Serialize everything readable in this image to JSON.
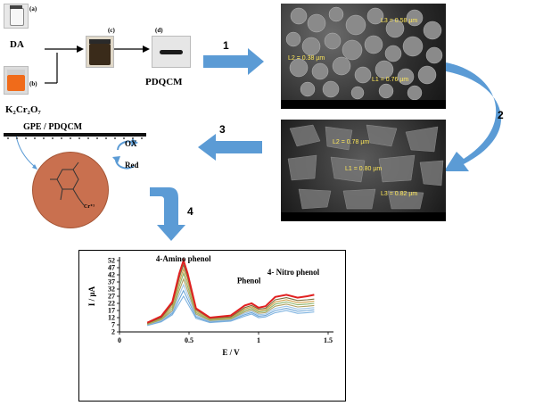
{
  "samples": {
    "a_tag": "(a)",
    "b_tag": "(b)",
    "c_tag": "(c)",
    "d_tag": "(d)",
    "da_label": "DA",
    "k2cr2o7_label": "K₂Cr₂O₇",
    "pdqcm_label": "PDQCM"
  },
  "steps": [
    "1",
    "2",
    "3",
    "4"
  ],
  "electrode": {
    "label": "GPE / PDQCM",
    "ox_label": "OX",
    "red_label": "Red",
    "cr_label": "Cr⁺³"
  },
  "sem_top": {
    "measures": [
      "L3 = 0.58 µm",
      "L2 = 0.38 µm",
      "L1 = 0.76 µm"
    ]
  },
  "sem_bottom": {
    "measures": [
      "L2 = 0.78 µm",
      "L1 = 0.80 µm",
      "L3 = 0.82 µm"
    ]
  },
  "colors": {
    "arrow_blue": "#5b9bd5",
    "circle_fill": "#c9704f",
    "photo_dark": "#3a2b1a",
    "photo_orange": "#f06b1a"
  },
  "chart_data": {
    "type": "line",
    "xlabel": "E / V",
    "ylabel": "I / µA",
    "xlim": [
      0,
      1.5
    ],
    "ylim": [
      2,
      52
    ],
    "xticks": [
      "0",
      "0.5",
      "1",
      "1.5"
    ],
    "yticks": [
      "2",
      "7",
      "12",
      "17",
      "22",
      "27",
      "32",
      "37",
      "42",
      "47",
      "52"
    ],
    "annotations": [
      "4-Amino phenol",
      "Phenol",
      "4- Nitro phenol"
    ],
    "x": [
      0.2,
      0.3,
      0.38,
      0.43,
      0.46,
      0.49,
      0.55,
      0.65,
      0.8,
      0.9,
      0.95,
      1.0,
      1.05,
      1.12,
      1.2,
      1.28,
      1.35,
      1.4
    ],
    "series": [
      {
        "values": [
          6.5,
          9.0,
          14.0,
          22.0,
          27.0,
          22.0,
          11.5,
          8.5,
          9.5,
          13.0,
          14.5,
          12.0,
          12.5,
          15.5,
          17.0,
          15.0,
          15.5,
          16.0
        ]
      },
      {
        "values": [
          6.8,
          9.5,
          15.0,
          25.0,
          31.0,
          25.0,
          12.5,
          9.0,
          10.0,
          14.0,
          15.5,
          13.0,
          13.5,
          17.0,
          18.5,
          16.5,
          17.0,
          17.5
        ]
      },
      {
        "values": [
          7.0,
          10.0,
          16.0,
          28.0,
          35.0,
          28.0,
          13.5,
          9.5,
          10.5,
          15.0,
          16.5,
          14.0,
          14.5,
          18.5,
          20.0,
          18.0,
          18.5,
          19.0
        ]
      },
      {
        "values": [
          7.2,
          10.5,
          17.0,
          31.0,
          39.0,
          31.0,
          14.5,
          10.0,
          11.0,
          16.0,
          17.5,
          15.0,
          15.5,
          20.0,
          21.5,
          19.5,
          20.0,
          20.5
        ]
      },
      {
        "values": [
          7.5,
          11.0,
          18.5,
          34.0,
          43.0,
          34.0,
          15.5,
          10.5,
          11.5,
          17.0,
          18.5,
          16.0,
          16.5,
          21.5,
          23.0,
          21.0,
          21.5,
          22.0
        ]
      },
      {
        "values": [
          7.8,
          11.5,
          20.0,
          37.0,
          46.0,
          37.0,
          16.5,
          11.0,
          12.0,
          18.0,
          19.5,
          17.0,
          17.5,
          23.0,
          24.5,
          22.5,
          23.0,
          23.5
        ]
      },
      {
        "values": [
          8.0,
          12.0,
          21.5,
          40.0,
          49.0,
          40.0,
          17.5,
          11.5,
          12.5,
          19.0,
          20.5,
          18.0,
          18.5,
          24.5,
          26.0,
          24.0,
          24.5,
          25.0
        ]
      },
      {
        "values": [
          8.5,
          13.0,
          23.0,
          43.0,
          52.0,
          43.0,
          18.5,
          12.0,
          13.5,
          20.5,
          22.0,
          19.0,
          20.0,
          26.5,
          28.0,
          26.0,
          27.0,
          28.0
        ]
      }
    ]
  }
}
